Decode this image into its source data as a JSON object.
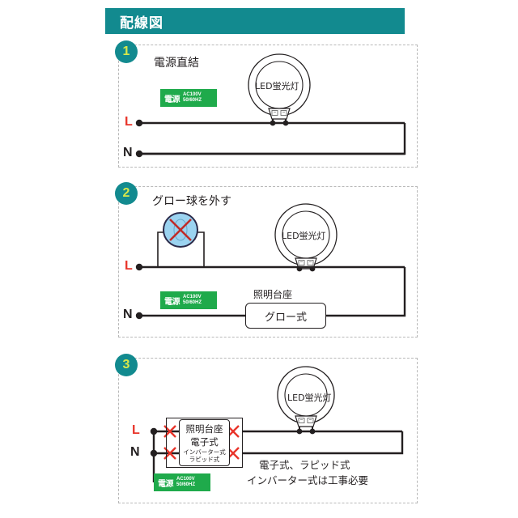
{
  "header": {
    "title": "配線図"
  },
  "sections": [
    {
      "number": "1",
      "title": "電源直結",
      "power": {
        "main": "電源",
        "volt": "AC100V",
        "freq": "50/60HZ"
      },
      "lamp_label": "LED蛍光灯",
      "terminal_l": "L",
      "terminal_n": "N"
    },
    {
      "number": "2",
      "title": "グロー球を外す",
      "power": {
        "main": "電源",
        "volt": "AC100V",
        "freq": "50/60HZ"
      },
      "lamp_label": "LED蛍光灯",
      "terminal_l": "L",
      "terminal_n": "N",
      "base_label": "照明台座",
      "ballast_label": "グロー式"
    },
    {
      "number": "3",
      "power": {
        "main": "電源",
        "volt": "AC100V",
        "freq": "50/60HZ"
      },
      "lamp_label": "LED蛍光灯",
      "terminal_l": "L",
      "terminal_n": "N",
      "box_line1": "照明台座",
      "box_line2": "電子式",
      "box_line3": "インバーター式",
      "box_line4": "ラピッド式",
      "caption_line1": "電子式、ラピッド式",
      "caption_line2": "インバーター式は工事必要"
    }
  ],
  "colors": {
    "header_bg": "#128a8f",
    "header_accent": "#0b5f66",
    "badge_bg": "#128a8f",
    "badge_text": "#d9e84a",
    "power_bg": "#1faa4b",
    "terminal_l": "#e8342a",
    "terminal_n": "#231f20",
    "wire": "#231f20",
    "cross_mark": "#e8342a",
    "glow_fill": "#9bd3f0"
  }
}
